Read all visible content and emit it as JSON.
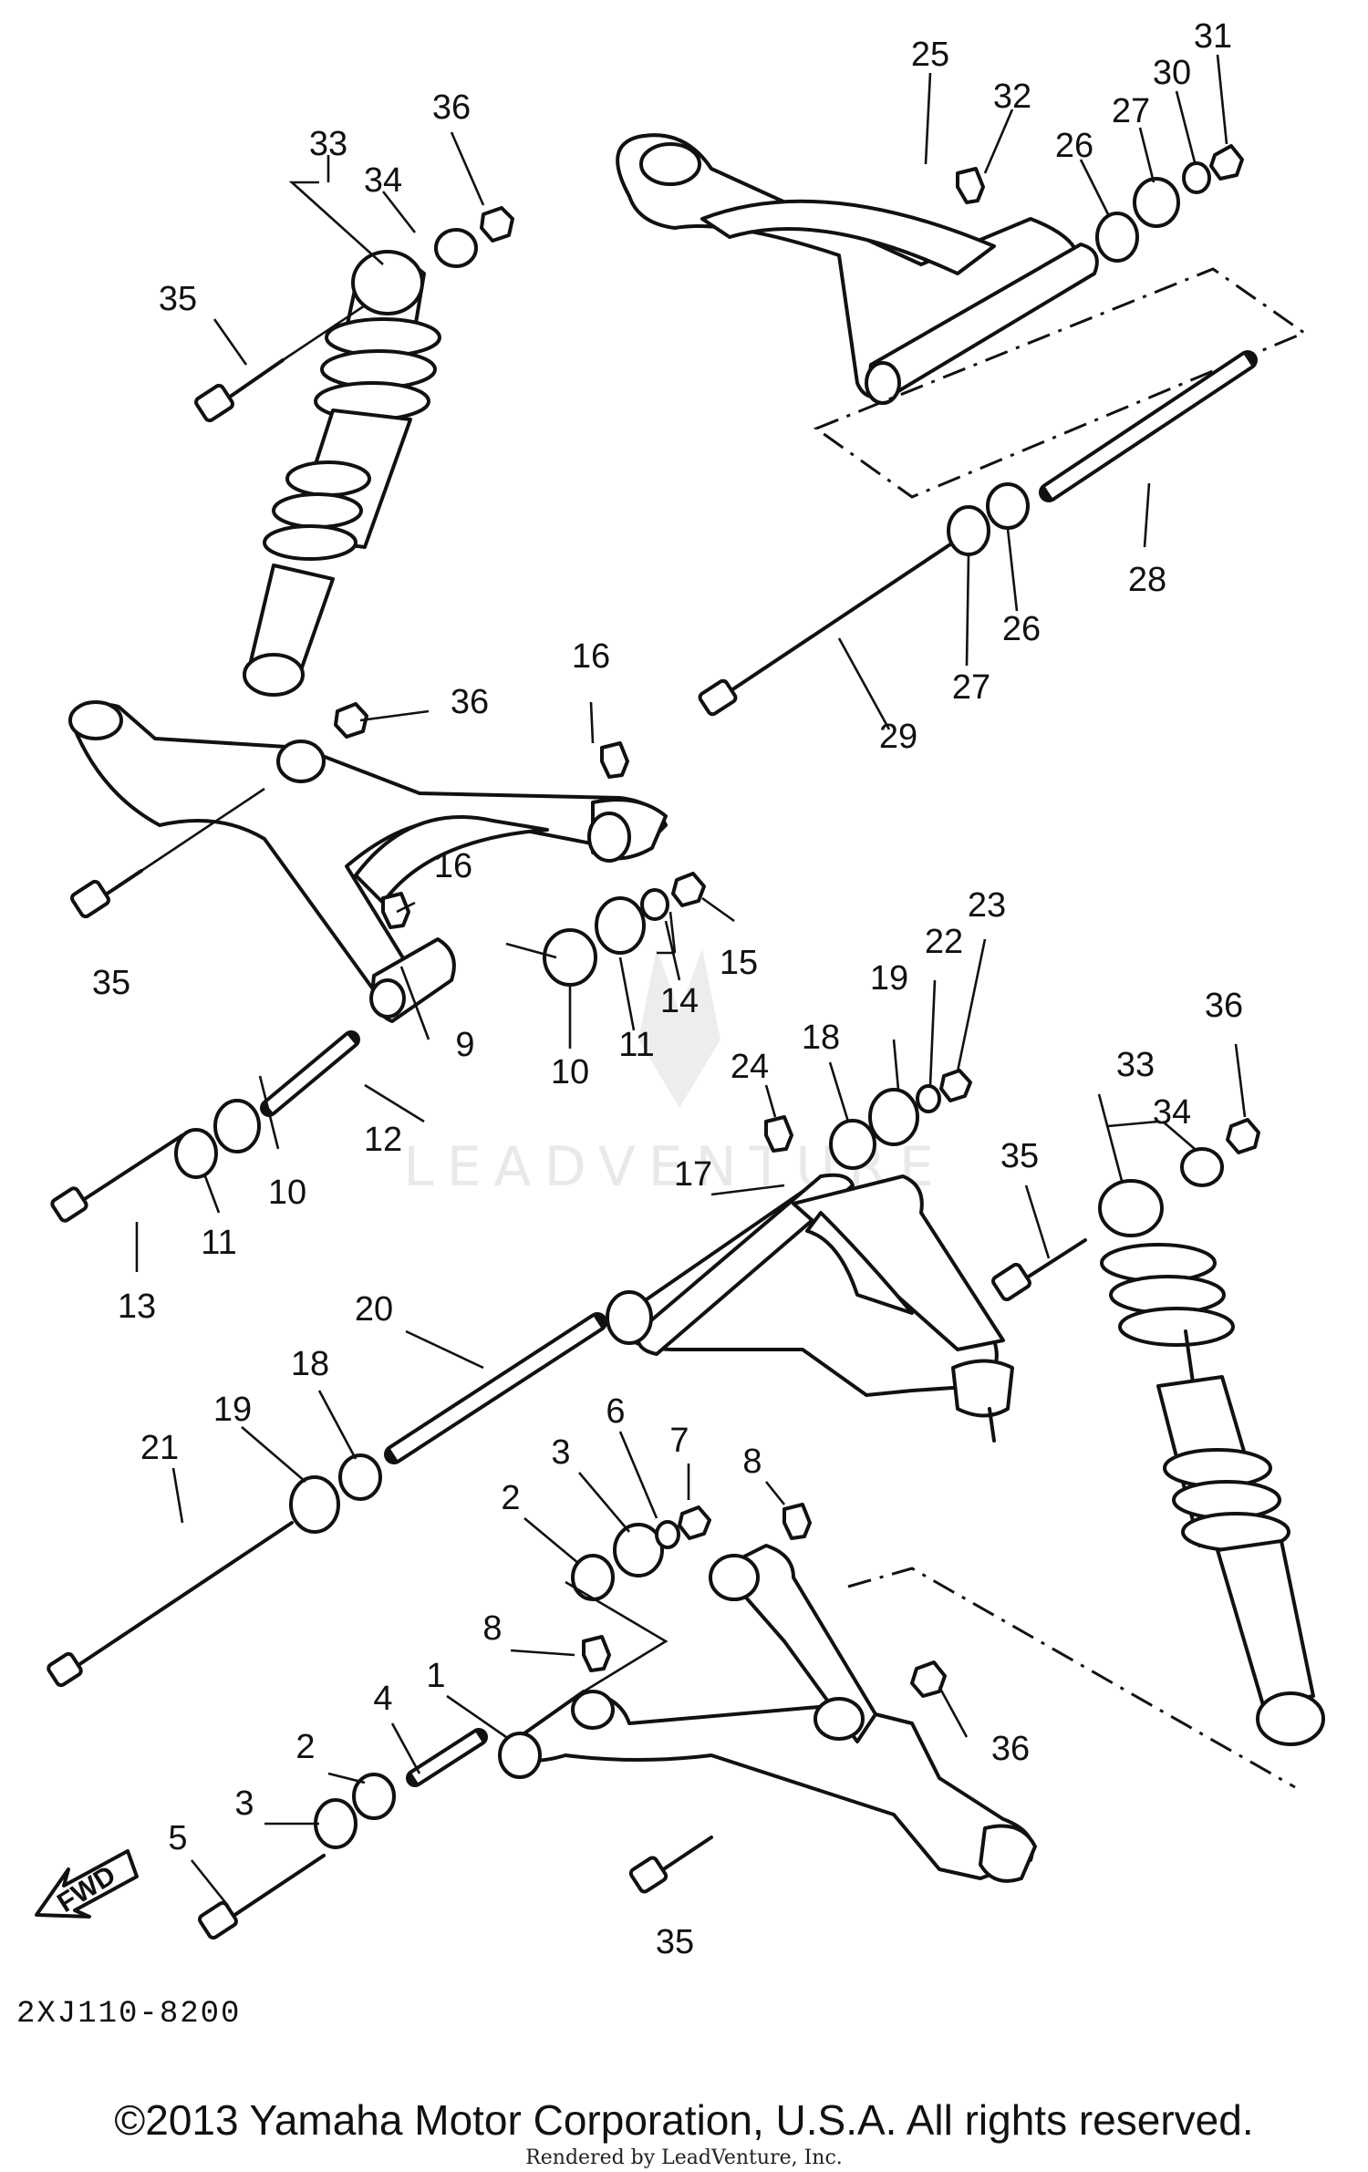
{
  "diagram": {
    "code": "2XJ110-8200",
    "copyright": "©2013 Yamaha Motor Corporation, U.S.A. All rights reserved.",
    "rendered_by": "Rendered by LeadVenture, Inc.",
    "watermark": "LEADVENTURE",
    "fwd_label": "FWD",
    "callouts": [
      "1",
      "2",
      "2",
      "3",
      "3",
      "4",
      "5",
      "6",
      "7",
      "8",
      "8",
      "9",
      "10",
      "10",
      "11",
      "11",
      "12",
      "13",
      "14",
      "15",
      "16",
      "16",
      "17",
      "18",
      "18",
      "19",
      "19",
      "20",
      "21",
      "22",
      "23",
      "24",
      "25",
      "26",
      "26",
      "27",
      "27",
      "28",
      "29",
      "30",
      "31",
      "32",
      "33",
      "33",
      "34",
      "34",
      "35",
      "35",
      "35",
      "35",
      "36",
      "36",
      "36",
      "36"
    ]
  }
}
